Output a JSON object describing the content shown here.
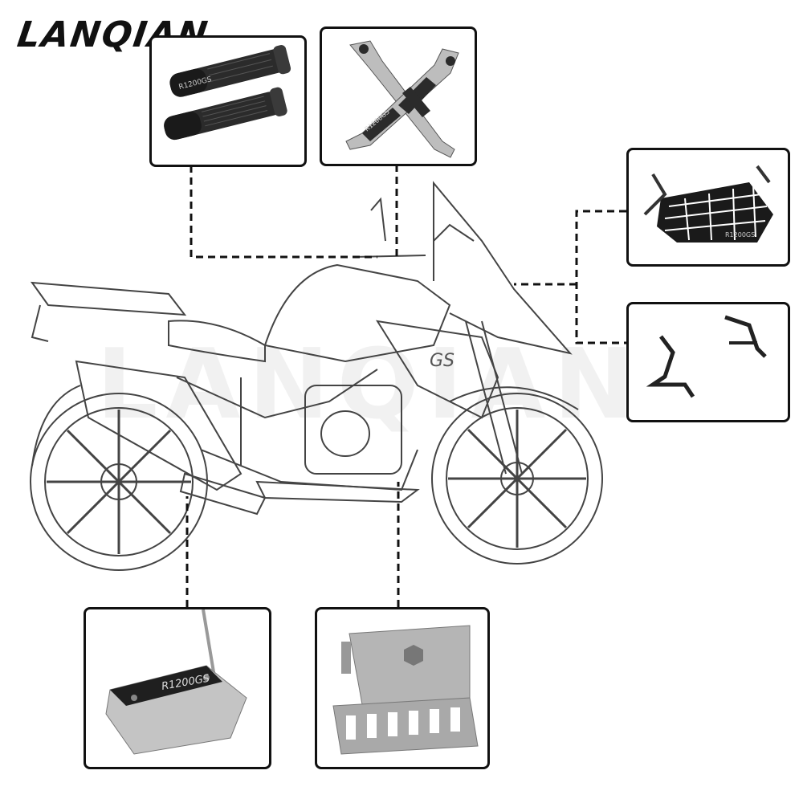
{
  "brand": {
    "name": "LANQIAN"
  },
  "watermark": {
    "text": "LANQIAN"
  },
  "product_labels": {
    "grips": "R1200GS",
    "levers": "R1200GS",
    "guard": "R1200GS",
    "kickstand": "R1200GS"
  },
  "colors": {
    "outline": "#111111",
    "panel_border": "#111111",
    "metal": "#b9b9b9",
    "dark_metal": "#2b2b2b"
  }
}
